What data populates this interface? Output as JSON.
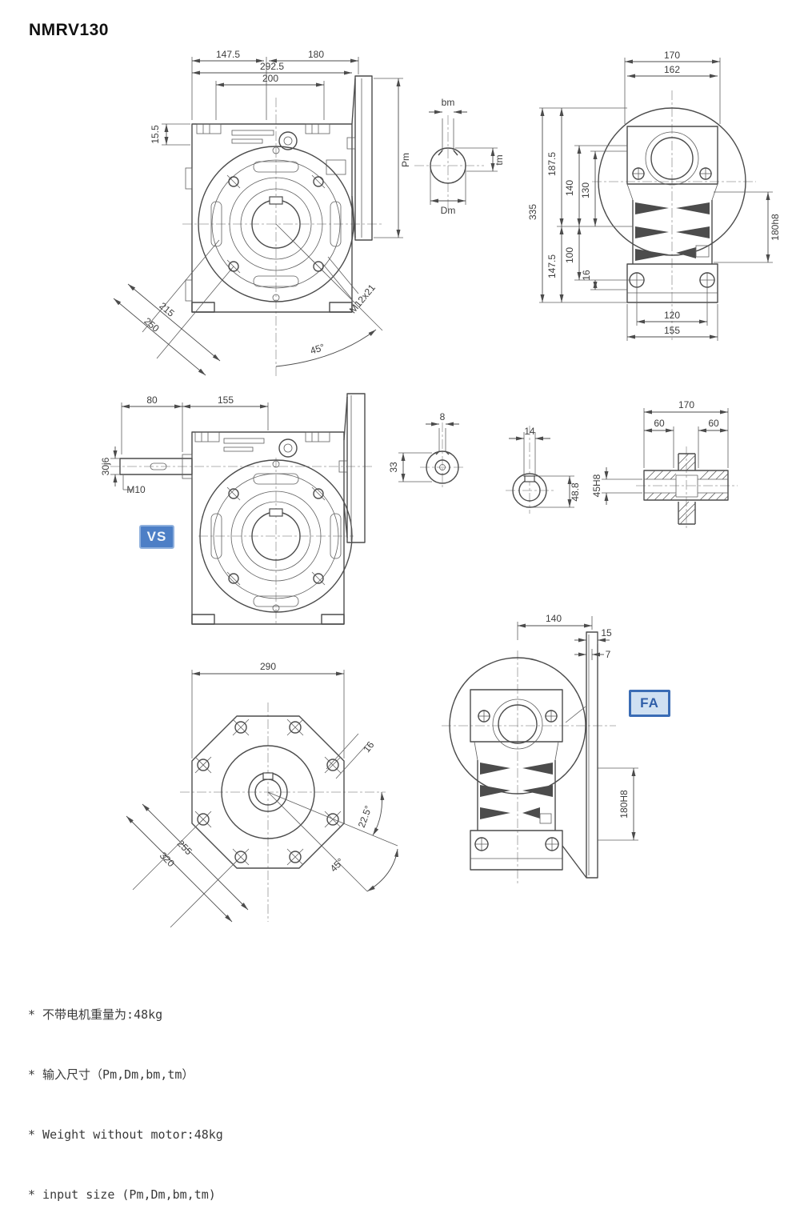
{
  "title": "NMRV130",
  "front": {
    "w1": "147.5",
    "w2": "180",
    "w3": "292.5",
    "w4": "200",
    "h1": "15.5",
    "pm": "Pm",
    "diag1": "215",
    "diag2": "250",
    "thread": "M12x21",
    "angle": "45°"
  },
  "input_section": {
    "bm": "bm",
    "tm": "tm",
    "dm": "Dm"
  },
  "side": {
    "w1": "170",
    "w2": "162",
    "h_total": "335",
    "h_top": "187.5",
    "h_bottom": "147.5",
    "h140": "140",
    "h130": "130",
    "h100": "100",
    "h16": "16",
    "bore": "180h8",
    "b120": "120",
    "b155": "155"
  },
  "vs": {
    "badge": "VS",
    "w80": "80",
    "w155": "155",
    "shaft": "30j6",
    "thread": "M10"
  },
  "worm_section": {
    "w8": "8",
    "h33": "33"
  },
  "output_section": {
    "w14": "14",
    "h488": "48.8"
  },
  "hollow": {
    "w170": "170",
    "w60l": "60",
    "w60r": "60",
    "bore": "45H8"
  },
  "flange": {
    "w290": "290",
    "hole16": "16",
    "a225": "22.5°",
    "a45": "45°",
    "d255": "255",
    "d320": "320"
  },
  "fa": {
    "badge": "FA",
    "w140": "140",
    "w15": "15",
    "w7": "7",
    "bore": "180H8"
  },
  "notes": [
    "* 不带电机重量为:48kg",
    "* 输入尺寸（Pm,Dm,bm,tm）",
    "* Weight without motor:48kg",
    "* input size (Pm,Dm,bm,tm)"
  ],
  "colors": {
    "line": "#4c4c4c",
    "vs_badge": "#4d7fc6",
    "fa_badge_text": "#2f5ea8"
  }
}
